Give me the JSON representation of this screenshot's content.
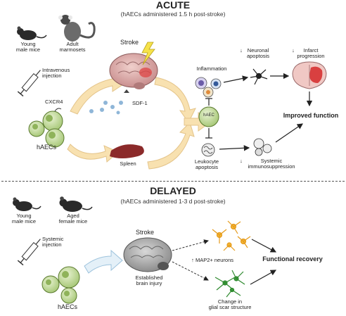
{
  "acute": {
    "title": "ACUTE",
    "subtitle": "(hAECs administered 1.5 h post-stroke)",
    "young_male_mice": "Young\nmale mice",
    "adult_marmosets": "Adult\nmarmosets",
    "intravenous_injection": "Intravenous\ninjection",
    "cxcr4": "CXCR4",
    "haecs": "hAECs",
    "stroke": "Stroke",
    "sdf1": "SDF-1",
    "spleen": "Spleen",
    "inflammation": "Inflammation",
    "haec": "hAEC",
    "neuronal_apoptosis": "Neuronal\napoptosis",
    "infarct_progression": "Infarct\nprogression",
    "improved_function": "Improved function",
    "leukocyte_apoptosis": "Leukocyte\napoptosis",
    "systemic_immunosuppression": "Systemic\nimmunosuppression",
    "down_arrow": "↓"
  },
  "delayed": {
    "title": "DELAYED",
    "subtitle": "(hAECs administered 1-3 d post-stroke)",
    "young_male_mice": "Young\nmale mice",
    "aged_female_mice": "Aged\nfemale mice",
    "systemic_injection": "Systemic\ninjection",
    "haecs": "hAECs",
    "stroke": "Stroke",
    "established_brain_injury": "Established\nbrain injury",
    "map2_neurons": "MAP2+ neurons",
    "up_arrow": "↑",
    "functional_recovery": "Functional recovery",
    "glial_scar": "Change in\nglial scar structure"
  },
  "colors": {
    "cell_fill": "#c9dfa4",
    "cell_edge": "#5a7a2e",
    "arrow_fill": "#f8e1b0",
    "brain": "#d9a6a6",
    "spleen": "#8b2a2a",
    "neuron_yellow": "#f3b637",
    "glia_green": "#3c9b3c",
    "divider": "#555555"
  }
}
